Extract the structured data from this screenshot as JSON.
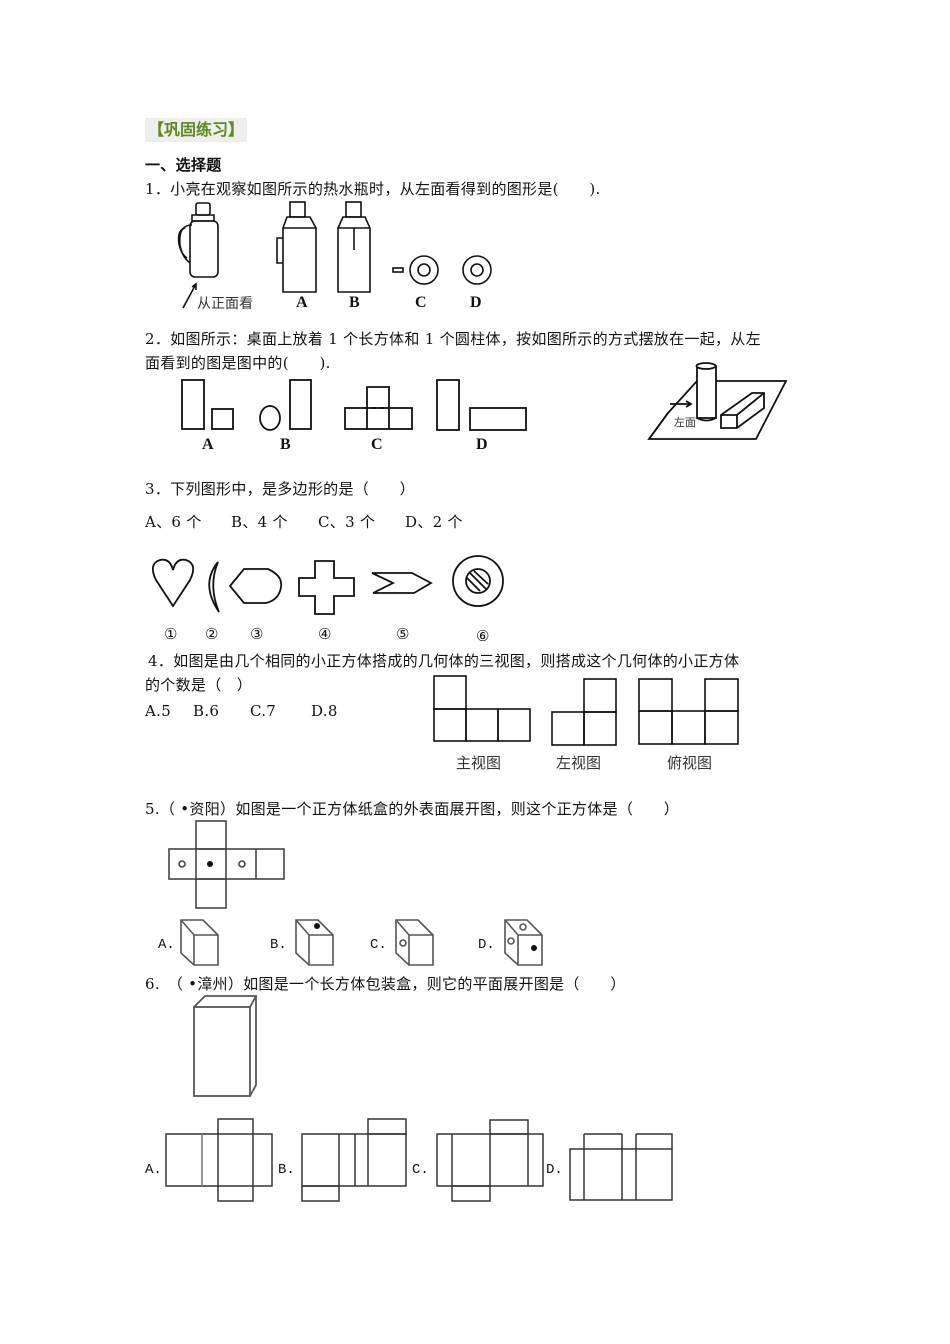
{
  "section_title": "【巩固练习】",
  "part_heading": "一、选择题",
  "q1": {
    "text": "1．小亮在观察如图所示的热水瓶时，从左面看得到的图形是(　　).",
    "figure_caption": "从正面看",
    "option_labels": [
      "A",
      "B",
      "C",
      "D"
    ]
  },
  "q2": {
    "line1": "2．如图所示：桌面上放着 1 个长方体和 1 个圆柱体，按如图所示的方式摆放在一起，从左",
    "line2": "面看到的图是图中的(　　).",
    "option_labels": [
      "A",
      "B",
      "C",
      "D"
    ],
    "figure_caption": "左面"
  },
  "q3": {
    "text": "3．下列图形中，是多边形的是（　　）",
    "options": [
      "A、6 个",
      "B、4 个",
      "C、3 个",
      "D、2 个"
    ],
    "shape_labels": [
      "①",
      "②",
      "③",
      "④",
      "⑤",
      "⑥"
    ]
  },
  "q4": {
    "line1": "4．如图是由几个相同的小正方体搭成的几何体的三视图，则搭成这个几何体的小正方体",
    "line2": "的个数是（　）",
    "options": [
      "A.5",
      "B.6",
      "C.7",
      "D.8"
    ],
    "view_captions": [
      "主视图",
      "左视图",
      "俯视图"
    ]
  },
  "q5": {
    "text": "5.（ •资阳）如图是一个正方体纸盒的外表面展开图，则这个正方体是（　　）",
    "option_labels": [
      "A.",
      "B.",
      "C.",
      "D."
    ]
  },
  "q6": {
    "text": "6.　（ •漳州）如图是一个长方体包装盒，则它的平面展开图是（　　）",
    "option_labels": [
      "A.",
      "B.",
      "C.",
      "D."
    ]
  },
  "colors": {
    "section_title": "#5c8a1e",
    "section_bg": "#eeeeee",
    "ink": "#111111"
  }
}
